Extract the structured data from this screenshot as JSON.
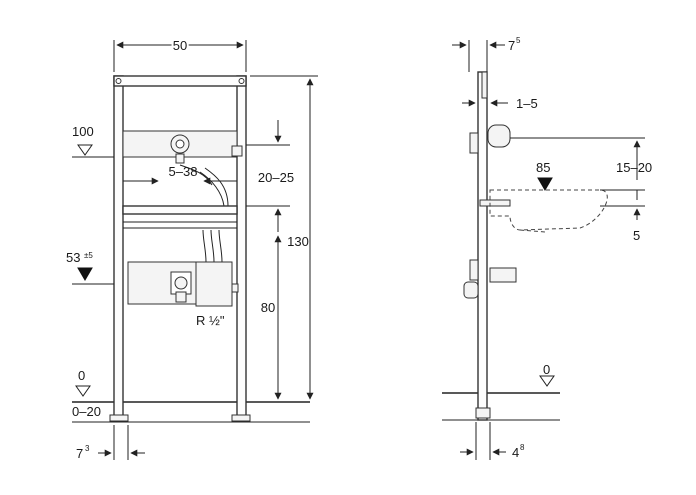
{
  "front_view": {
    "width_dim": "50",
    "height_dim": "130",
    "level_100": "100",
    "adjust_5_38": "5–38",
    "adjust_20_25": "20–25",
    "level_53": "53",
    "level_53_tol": "±5",
    "drain_80": "80",
    "thread": "R ½\"",
    "floor_0": "0",
    "floor_0_20": "0–20",
    "foot_offset": "7",
    "foot_offset_sup": "3"
  },
  "side_view": {
    "top_depth": "7",
    "top_depth_sup": "5",
    "adjust_1_5": "1–5",
    "basin_85": "85",
    "adjust_15_20": "15–20",
    "offset_5": "5",
    "floor_0": "0",
    "foot_depth": "4",
    "foot_depth_sup": "8"
  }
}
